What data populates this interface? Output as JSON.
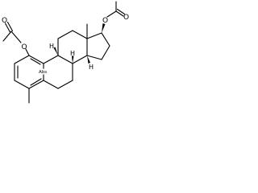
{
  "molecule": {
    "atoms": {
      "oxygen": "O",
      "hydrogen": "H",
      "abs_marker": "Abs"
    }
  }
}
